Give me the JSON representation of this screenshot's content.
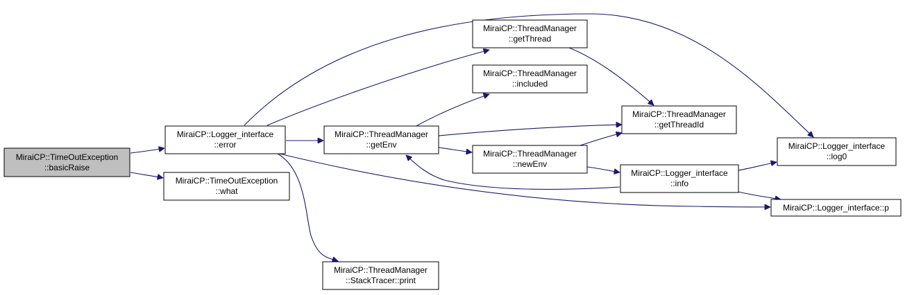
{
  "colors": {
    "edge": "#191970",
    "root_fill": "#bfbfbf",
    "node_fill": "#ffffff",
    "border": "#000000"
  },
  "nodes": {
    "n0": {
      "line1": "MiraiCP::TimeOutException",
      "line2": "::basicRaise"
    },
    "n1": {
      "line1": "MiraiCP::Logger_interface",
      "line2": "::error"
    },
    "n2": {
      "line1": "MiraiCP::TimeOutException",
      "line2": "::what"
    },
    "n3": {
      "line1": "MiraiCP::ThreadManager",
      "line2": "::getThread"
    },
    "n4": {
      "line1": "MiraiCP::ThreadManager",
      "line2": "::getEnv"
    },
    "n5": {
      "line1": "MiraiCP::ThreadManager",
      "line2": "::included"
    },
    "n6": {
      "line1": "MiraiCP::ThreadManager",
      "line2": "::getThreadId"
    },
    "n7": {
      "line1": "MiraiCP::ThreadManager",
      "line2": "::newEnv"
    },
    "n8": {
      "line1": "MiraiCP::Logger_interface",
      "line2": "::info"
    },
    "n9": {
      "line1": "MiraiCP::Logger_interface",
      "line2": "::log0"
    },
    "n10": {
      "line1": "MiraiCP::Logger_interface::p"
    },
    "n11": {
      "line1": "MiraiCP::ThreadManager",
      "line2": "::StackTracer::print"
    }
  },
  "edges": [
    {
      "from": "n0",
      "to": "n1"
    },
    {
      "from": "n0",
      "to": "n2"
    },
    {
      "from": "n1",
      "to": "n3"
    },
    {
      "from": "n1",
      "to": "n4"
    },
    {
      "from": "n1",
      "to": "n9"
    },
    {
      "from": "n1",
      "to": "n10"
    },
    {
      "from": "n1",
      "to": "n11"
    },
    {
      "from": "n3",
      "to": "n6"
    },
    {
      "from": "n4",
      "to": "n5"
    },
    {
      "from": "n4",
      "to": "n6"
    },
    {
      "from": "n4",
      "to": "n7"
    },
    {
      "from": "n7",
      "to": "n6"
    },
    {
      "from": "n7",
      "to": "n8"
    },
    {
      "from": "n8",
      "to": "n4"
    },
    {
      "from": "n8",
      "to": "n9"
    },
    {
      "from": "n8",
      "to": "n10"
    }
  ]
}
